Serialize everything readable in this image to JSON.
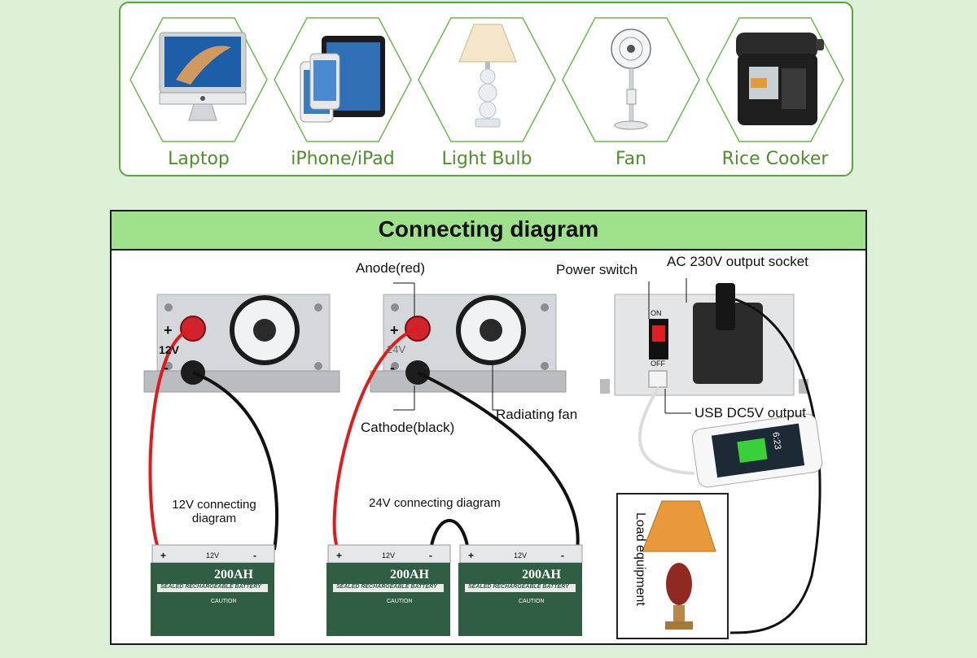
{
  "appliances": [
    {
      "label": "Laptop",
      "icon": "monitor-icon"
    },
    {
      "label": "iPhone/iPad",
      "icon": "phone-tablet-icon"
    },
    {
      "label": "Light Bulb",
      "icon": "table-lamp-icon"
    },
    {
      "label": "Fan",
      "icon": "standing-fan-icon"
    },
    {
      "label": "Rice Cooker",
      "icon": "rice-cooker-icon"
    }
  ],
  "diagram": {
    "title": "Connecting diagram",
    "labels": {
      "anode": "Anode(red)",
      "cathode": "Cathode(black)",
      "radiating_fan": "Radiating fan",
      "power_switch": "Power switch",
      "ac_socket": "AC 230V output socket",
      "usb_output": "USB DC5V output",
      "load_equipment": "Load equipment",
      "conn_12v_line1": "12V connecting",
      "conn_12v_line2": "diagram",
      "conn_24v": "24V connecting diagram"
    },
    "inverter_marks": {
      "plus": "+",
      "minus": "-",
      "v12": "12V",
      "v24": "24V",
      "on": "ON",
      "off": "OFF"
    },
    "battery": {
      "capacity": "200AH",
      "type": "SEALED RECHARGEABLE BATTERY",
      "voltage": "12V",
      "plus": "+",
      "minus": "-",
      "caution": "CAUTION"
    },
    "phone_time": "6:23",
    "colors": {
      "header": "#9fe08d",
      "anode_wire": "#e01b1b",
      "cathode_wire": "#111111",
      "battery": "#2f5e45",
      "accent_green": "#5aa53c"
    }
  }
}
